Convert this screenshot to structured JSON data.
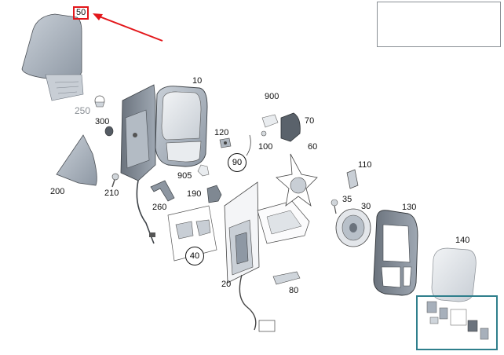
{
  "highlight": {
    "part": "50",
    "color": "#e3171b"
  },
  "parts": {
    "p10": "10",
    "p20": "20",
    "p30": "30",
    "p35": "35",
    "p60": "60",
    "p70": "70",
    "p80": "80",
    "p100": "100",
    "p110": "110",
    "p120": "120",
    "p130": "130",
    "p140": "140",
    "p190": "190",
    "p200": "200",
    "p210": "210",
    "p250": "250",
    "p260": "260",
    "p300": "300",
    "p900": "900",
    "p905": "905"
  },
  "groups": {
    "g40": "40",
    "g90": "90"
  },
  "colors": {
    "part_fill": "#a7b0bb",
    "part_stroke": "#4a4f55",
    "thumb_border": "#2f7f8c",
    "grey_label": "#8a8f95"
  }
}
